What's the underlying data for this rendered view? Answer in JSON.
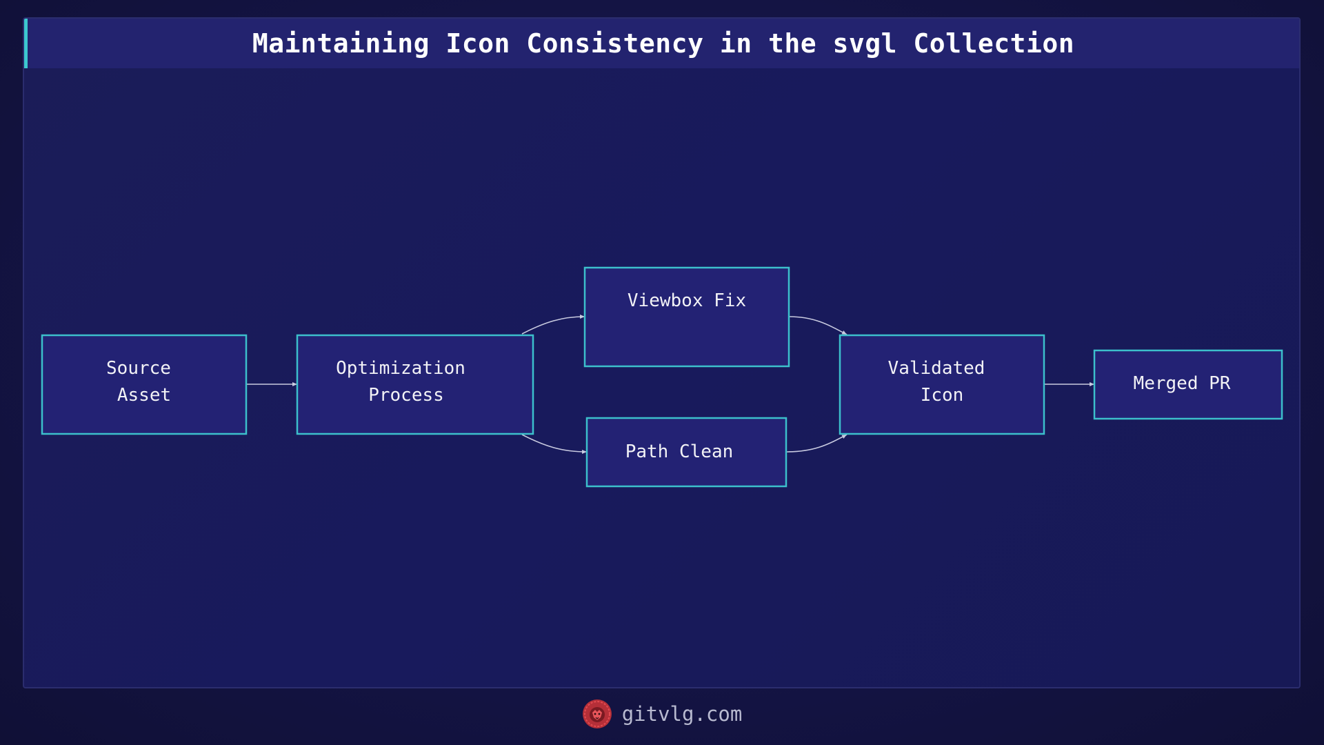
{
  "title": "Maintaining Icon Consistency in the svgl Collection",
  "nodes": {
    "source": {
      "lines": [
        "Source",
        "Asset"
      ]
    },
    "optimization": {
      "lines": [
        "Optimization",
        "Process"
      ]
    },
    "viewbox": {
      "lines": [
        "Viewbox Fix"
      ]
    },
    "path": {
      "lines": [
        "Path Clean"
      ]
    },
    "validated": {
      "lines": [
        "Validated",
        "Icon"
      ]
    },
    "merged": {
      "lines": [
        "Merged PR"
      ]
    }
  },
  "footer": {
    "site": "gitvlg.com",
    "logo_icon": "lion-head-icon"
  },
  "colors": {
    "background": "#141445",
    "title_bar": "#23236f",
    "accent": "#3cc8cf",
    "node_fill": "#232274",
    "node_border": "#3cc0cc",
    "edge": "#c9cbe0",
    "logo": "#d9393f"
  }
}
